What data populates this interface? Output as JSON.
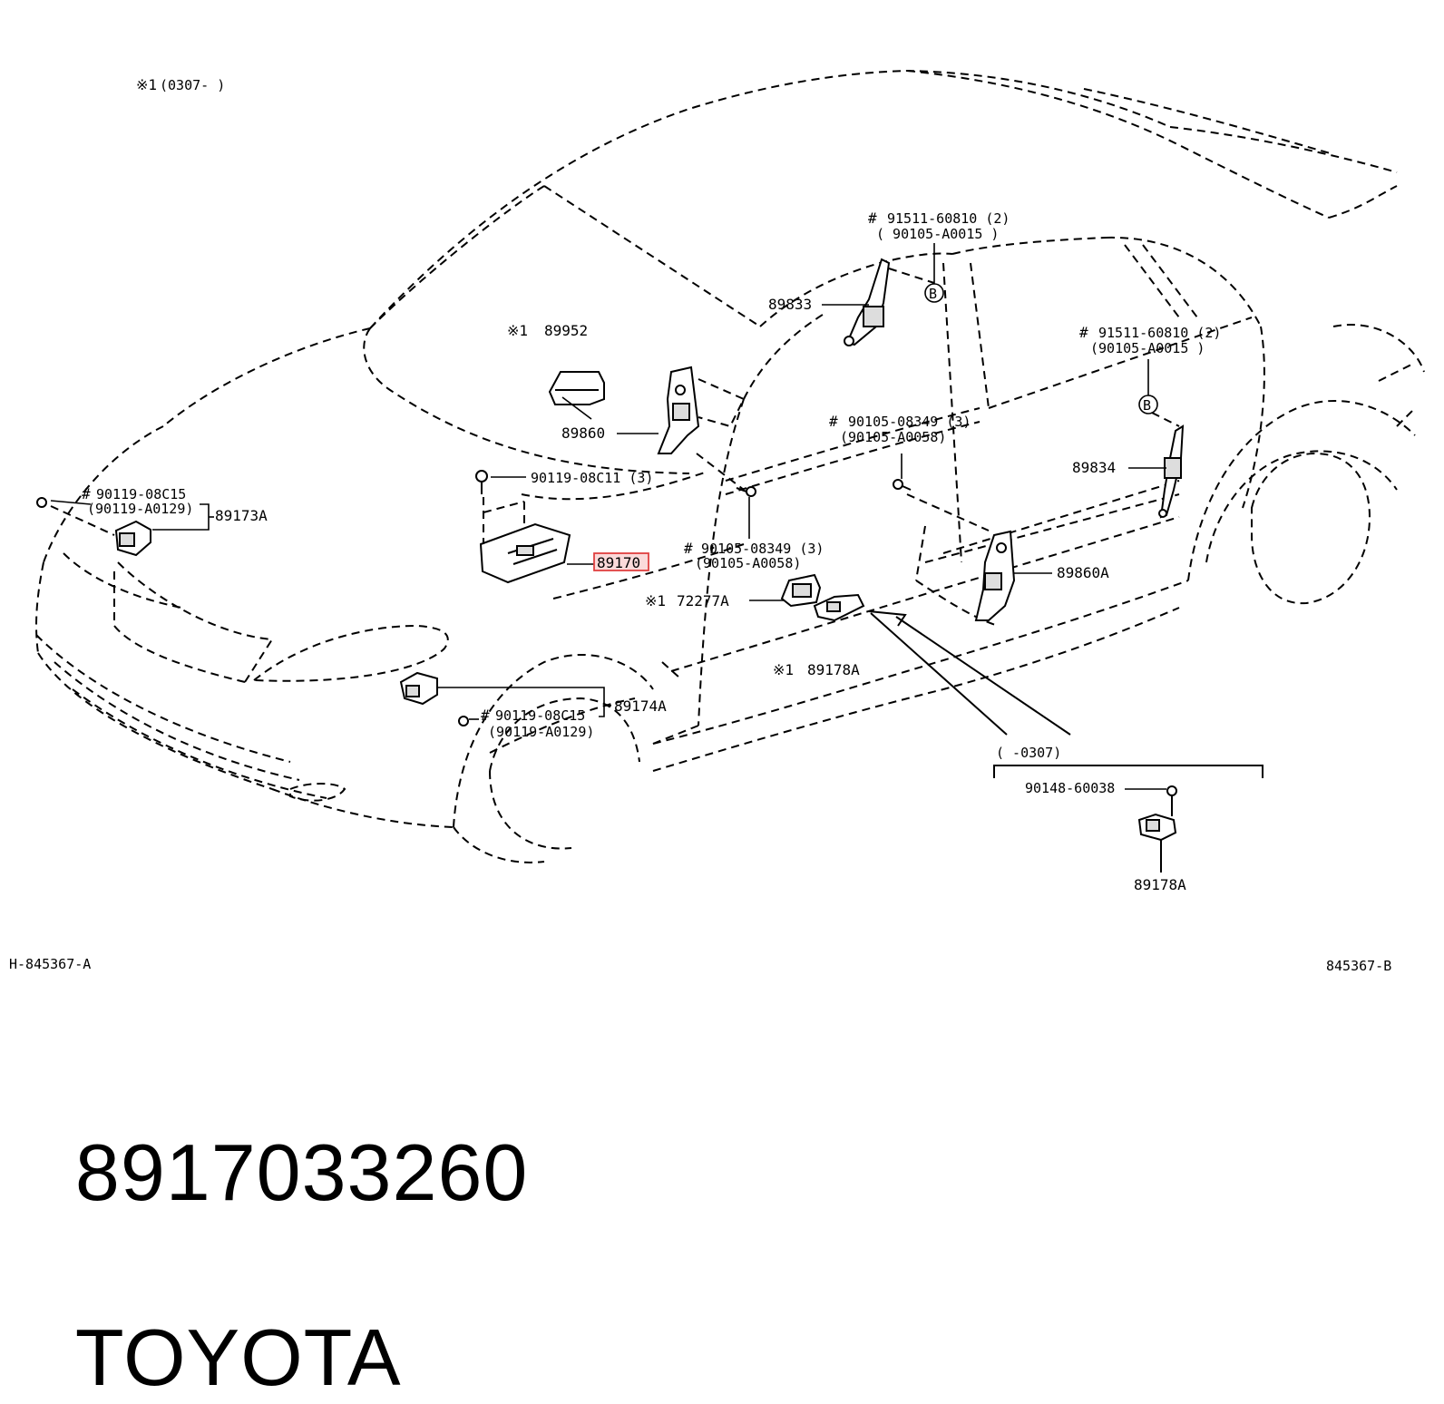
{
  "diagram": {
    "note_header": {
      "mark": "※1",
      "range": "(0307-      )"
    },
    "drawing_ids": {
      "left": "H-845367-A",
      "right": "845367-B"
    },
    "labels": {
      "p89952": {
        "mark": "※1",
        "code": "89952"
      },
      "p89860": "89860",
      "p89833": "89833",
      "p89834": "89834",
      "p89860A": "89860A",
      "p89173A": "89173A",
      "p89174A": "89174A",
      "p89170": "89170",
      "p72277A": {
        "mark": "※1",
        "code": "72277A"
      },
      "p89178A_main": {
        "mark": "※1",
        "code": "89178A"
      },
      "p89178A_inset": "89178A",
      "bolt_90119_08C11": "90119-08C11 (3)",
      "bolt_left_top": {
        "mark": "#",
        "line1": "90119-08C15",
        "line2": "(90119-A0129)"
      },
      "bolt_left_bottom": {
        "mark": "#",
        "line1": "90119-08C15",
        "line2": "(90119-A0129)"
      },
      "bolt_90105_mid": {
        "mark": "#",
        "line1": "90105-08349 (3)",
        "line2": "(90105-A0058)"
      },
      "bolt_90105_rear": {
        "mark": "#",
        "line1": "90105-08349 (3)",
        "line2": "(90105-A0058)"
      },
      "bolt_91511_front": {
        "mark": "#",
        "line1": "91511-60810 (2)",
        "line2": "( 90105-A0015 )"
      },
      "bolt_91511_rear": {
        "mark": "#",
        "line1": "91511-60810 (2)",
        "line2": "(90105-A0015 )"
      },
      "circle_b": "B",
      "inset_range": "(       -0307)",
      "inset_bolt": "90148-60038"
    },
    "highlighted_part": "89170"
  },
  "footer": {
    "part_number": "8917033260",
    "brand": "TOYOTA"
  }
}
